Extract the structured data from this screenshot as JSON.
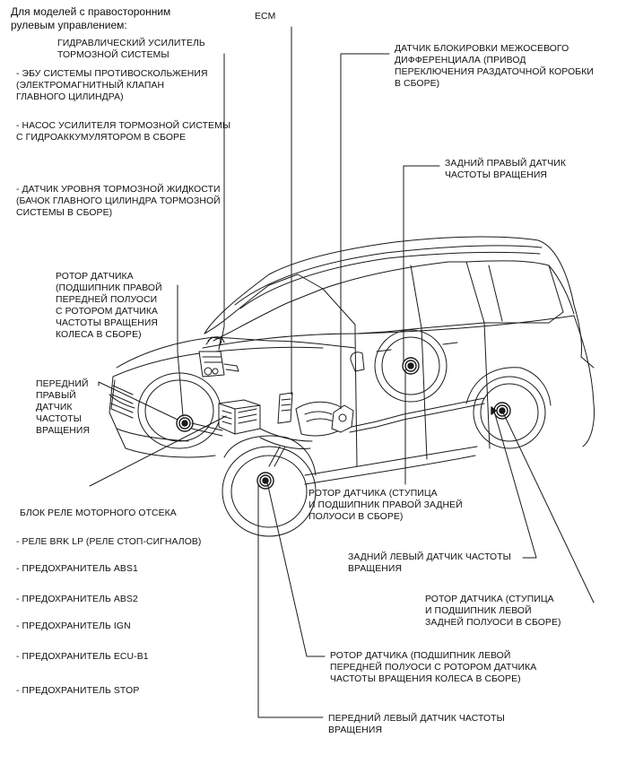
{
  "header": {
    "line1": "Для моделей с правосторонним",
    "line2": "рулевым управлением:"
  },
  "labels": {
    "ecm": "ECM",
    "hydraulic_booster": "ГИДРАВЛИЧЕСКИЙ УСИЛИТЕЛЬ\nТОРМОЗНОЙ СИСТЕМЫ",
    "abs_ecu": "- ЭБУ СИСТЕМЫ ПРОТИВОСКОЛЬЖЕНИЯ\n(ЭЛЕКТРОМАГНИТНЫЙ КЛАПАН\nГЛАВНОГО ЦИЛИНДРА)",
    "pump": "- НАСОС УСИЛИТЕЛЯ ТОРМОЗНОЙ СИСТЕМЫ\nС ГИДРОАККУМУЛЯТОРОМ В СБОРЕ",
    "fluid_sensor": "- ДАТЧИК УРОВНЯ ТОРМОЗНОЙ ЖИДКОСТИ\n(БАЧОК ГЛАВНОГО ЦИЛИНДРА ТОРМОЗНОЙ\nСИСТЕМЫ В СБОРЕ)",
    "diff_lock_sensor": "ДАТЧИК БЛОКИРОВКИ МЕЖОСЕВОГО\nДИФФЕРЕНЦИАЛА (ПРИВОД\nПЕРЕКЛЮЧЕНИЯ РАЗДАТОЧНОЙ КОРОБКИ\nВ СБОРЕ)",
    "rear_right_sensor": "ЗАДНИЙ ПРАВЫЙ ДАТЧИК\nЧАСТОТЫ ВРАЩЕНИЯ",
    "front_right_rotor": "РОТОР ДАТЧИКА\n(ПОДШИПНИК ПРАВОЙ\nПЕРЕДНЕЙ ПОЛУОСИ\nС РОТОРОМ ДАТЧИКА\nЧАСТОТЫ ВРАЩЕНИЯ\nКОЛЕСА В СБОРЕ)",
    "front_right_sensor": "ПЕРЕДНИЙ\nПРАВЫЙ\nДАТЧИК\nЧАСТОТЫ\nВРАЩЕНИЯ",
    "rear_right_rotor": "РОТОР ДАТЧИКА (СТУПИЦА\nИ ПОДШИПНИК ПРАВОЙ ЗАДНЕЙ\nПОЛУОСИ В СБОРЕ)",
    "relay_block": "БЛОК РЕЛЕ МОТОРНОГО ОТСЕКА",
    "relay_brk": "- РЕЛЕ BRK LP (РЕЛЕ СТОП-СИГНАЛОВ)",
    "fuse_abs1": "- ПРЕДОХРАНИТЕЛЬ ABS1",
    "fuse_abs2": "- ПРЕДОХРАНИТЕЛЬ ABS2",
    "fuse_ign": "- ПРЕДОХРАНИТЕЛЬ IGN",
    "fuse_ecu_b1": "- ПРЕДОХРАНИТЕЛЬ ECU-B1",
    "fuse_stop": "- ПРЕДОХРАНИТЕЛЬ STOP",
    "rear_left_sensor": "ЗАДНИЙ ЛЕВЫЙ ДАТЧИК ЧАСТОТЫ\nВРАЩЕНИЯ",
    "rear_left_rotor": "РОТОР ДАТЧИКА (СТУПИЦА\nИ ПОДШИПНИК ЛЕВОЙ\nЗАДНЕЙ ПОЛУОСИ В СБОРЕ)",
    "front_left_rotor": "РОТОР ДАТЧИКА (ПОДШИПНИК ЛЕВОЙ\nПЕРЕДНЕЙ ПОЛУОСИ С РОТОРОМ ДАТЧИКА\nЧАСТОТЫ ВРАЩЕНИЯ КОЛЕСА В СБОРЕ)",
    "front_left_sensor": "ПЕРЕДНИЙ ЛЕВЫЙ ДАТЧИК ЧАСТОТЫ\nВРАЩЕНИЯ"
  },
  "colors": {
    "line": "#1a1a1a",
    "background": "#ffffff"
  }
}
